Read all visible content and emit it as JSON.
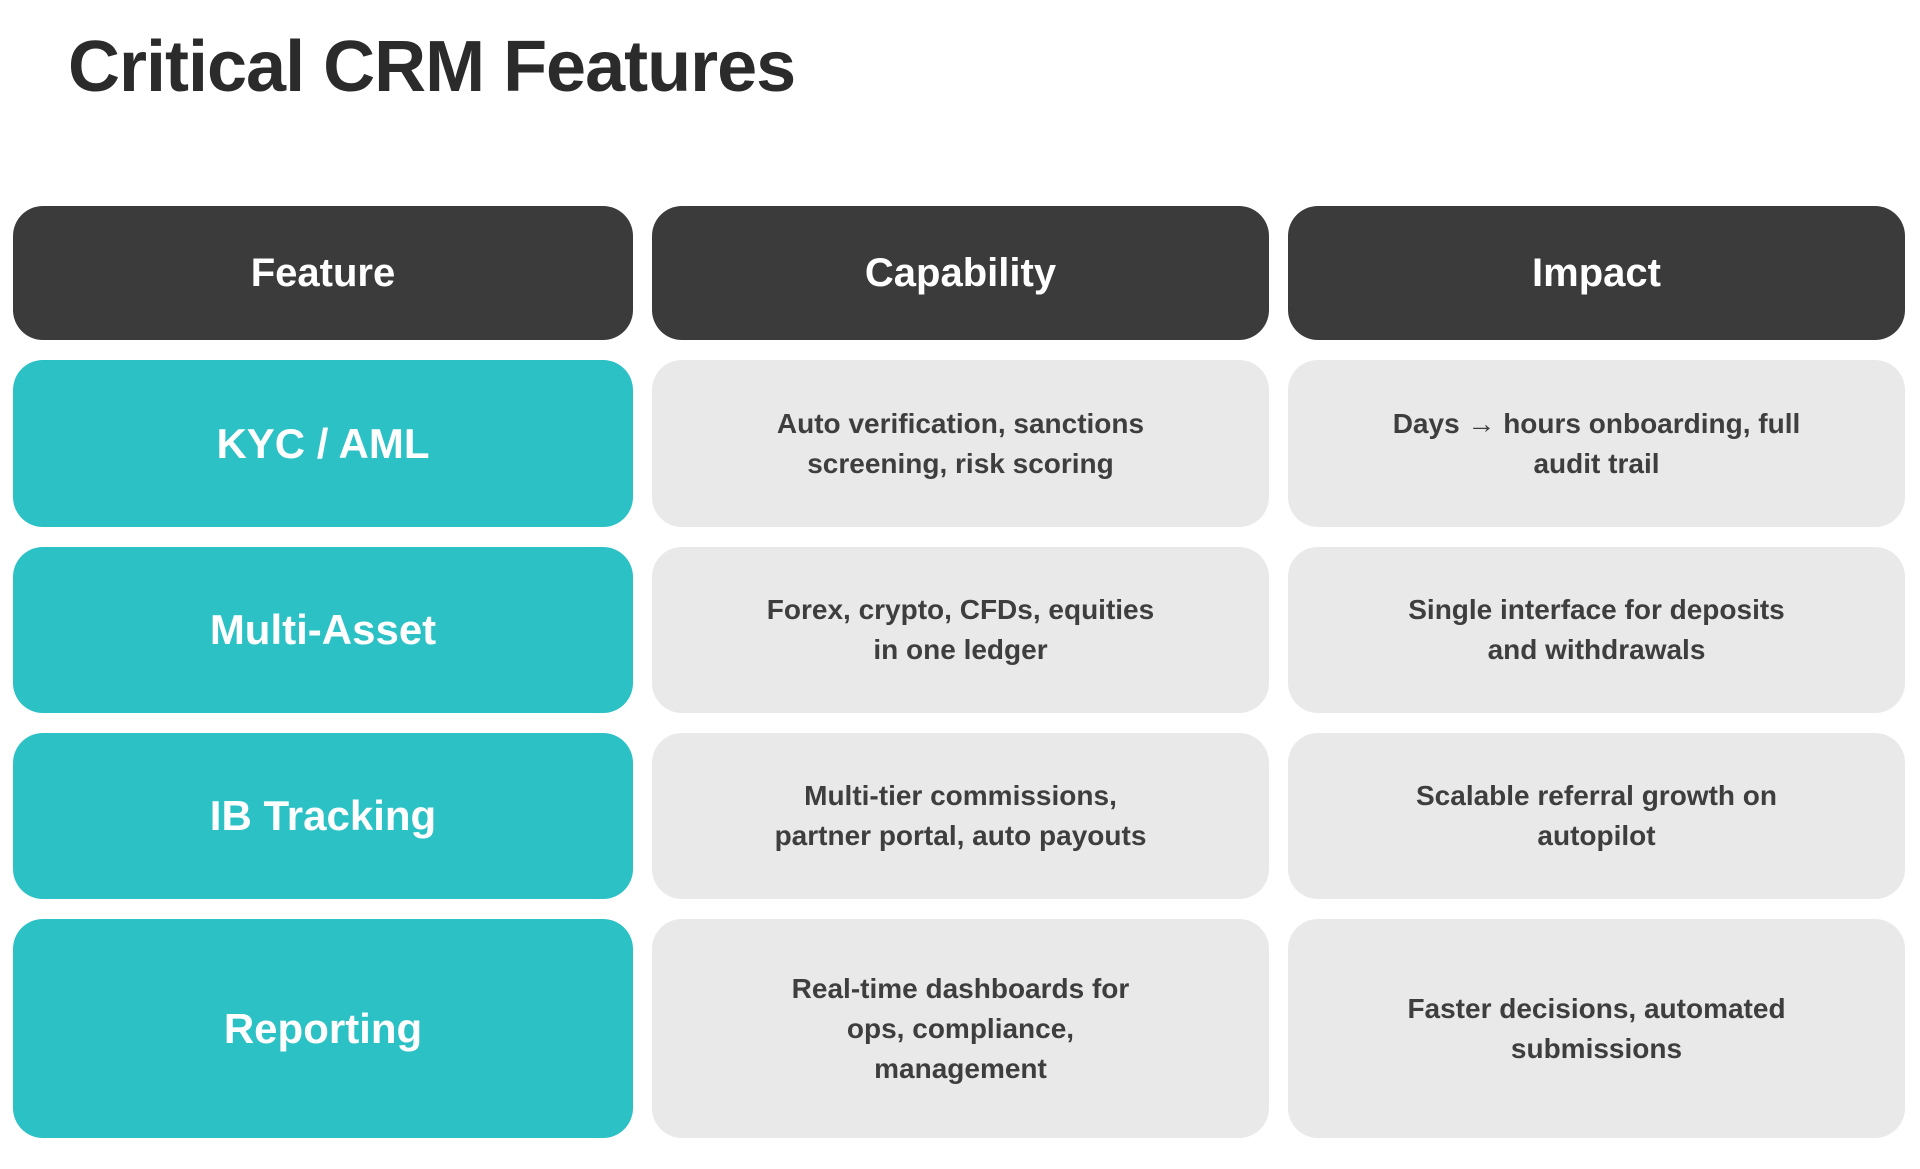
{
  "title": "Critical CRM Features",
  "colors": {
    "header_background": "#3b3b3b",
    "feature_accent_teal": "#2bc1c5",
    "cell_gray": "#e9e9e9",
    "title_text": "#2b2b2b",
    "body_text": "#3e3e3e",
    "header_text": "#ffffff"
  },
  "table": {
    "headers": [
      "Feature",
      "Capability",
      "Impact"
    ],
    "rows": [
      {
        "feature": "KYC / AML",
        "capability": "Auto verification, sanctions\nscreening, risk scoring",
        "impact": "Days → hours onboarding, full\naudit trail"
      },
      {
        "feature": "Multi-Asset",
        "capability": "Forex, crypto, CFDs, equities\nin one ledger",
        "impact": "Single interface for deposits\nand withdrawals"
      },
      {
        "feature": "IB Tracking",
        "capability": "Multi-tier commissions,\npartner portal, auto payouts",
        "impact": "Scalable referral growth on\nautopilot"
      },
      {
        "feature": "Reporting",
        "capability": "Real-time dashboards for\nops, compliance,\nmanagement",
        "impact": "Faster decisions, automated\nsubmissions"
      }
    ]
  },
  "chart_data": {
    "type": "table",
    "title": "Critical CRM Features",
    "columns": [
      "Feature",
      "Capability",
      "Impact"
    ],
    "rows": [
      [
        "KYC / AML",
        "Auto verification, sanctions screening, risk scoring",
        "Days → hours onboarding, full audit trail"
      ],
      [
        "Multi-Asset",
        "Forex, crypto, CFDs, equities in one ledger",
        "Single interface for deposits and withdrawals"
      ],
      [
        "IB Tracking",
        "Multi-tier commissions, partner portal, auto payouts",
        "Scalable referral growth on autopilot"
      ],
      [
        "Reporting",
        "Real-time dashboards for ops, compliance, management",
        "Faster decisions, automated submissions"
      ]
    ]
  }
}
